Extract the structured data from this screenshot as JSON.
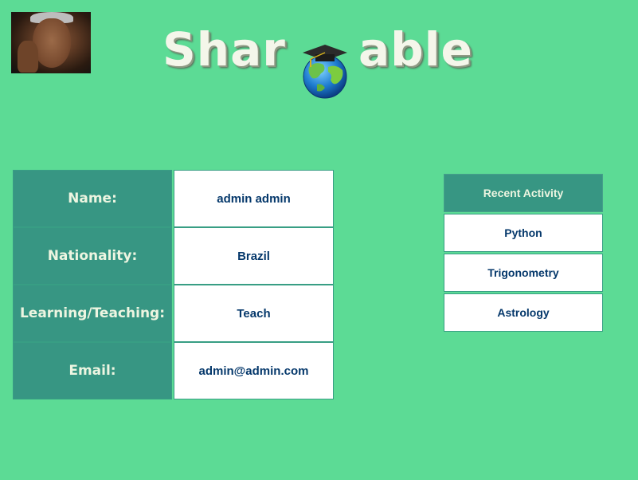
{
  "logo": {
    "part1": "Shar",
    "part2": "able"
  },
  "profile": {
    "rows": [
      {
        "label": "Name:",
        "value": "admin admin"
      },
      {
        "label": "Nationality:",
        "value": "Brazil"
      },
      {
        "label": "Learning/Teaching:",
        "value": "Teach"
      },
      {
        "label": "Email:",
        "value": "admin@admin.com"
      }
    ]
  },
  "activity": {
    "title": "Recent Activity",
    "items": [
      "Python",
      "Trigonometry",
      "Astrology"
    ]
  },
  "colors": {
    "background": "#5cdb95",
    "accent": "#379683",
    "text_dark": "#05386b",
    "text_light": "#edf5e1"
  }
}
